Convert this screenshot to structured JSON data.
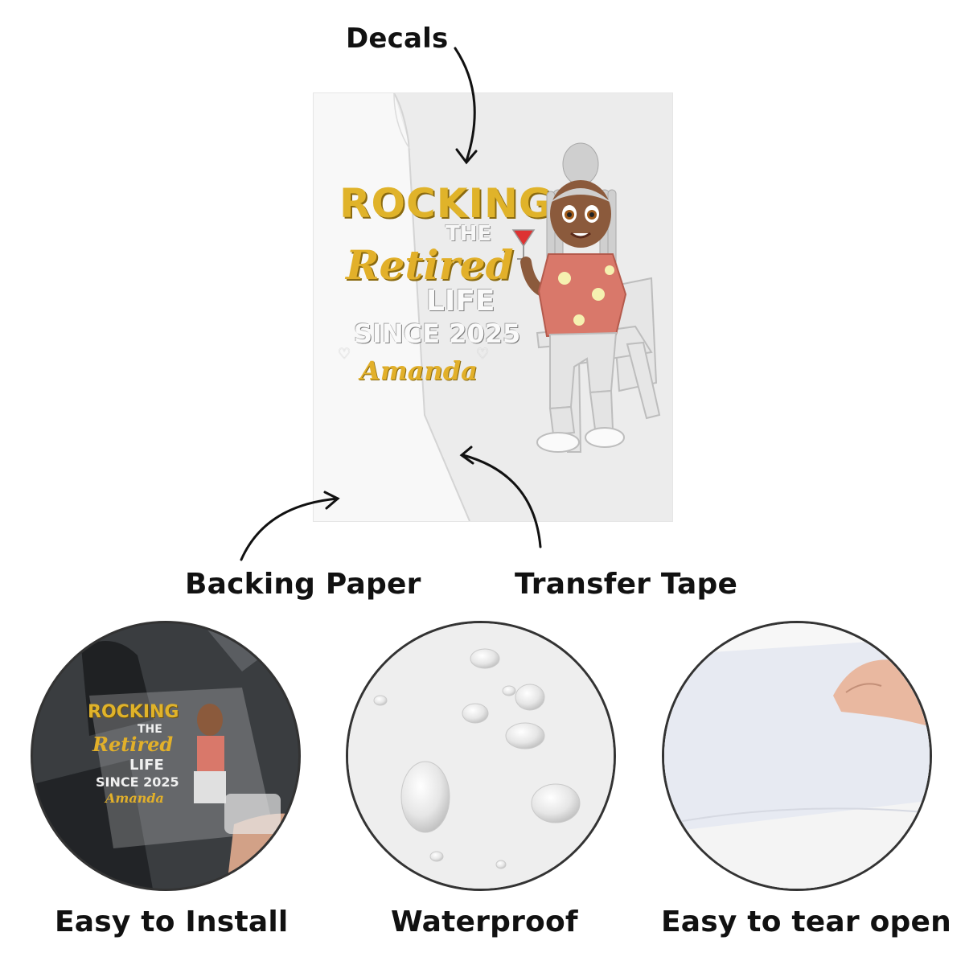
{
  "labels": {
    "decals": "Decals",
    "backing_paper": "Backing Paper",
    "transfer_tape": "Transfer Tape"
  },
  "sheet": {
    "line1": "ROCKING",
    "line2": "THE",
    "line3": "Retired",
    "line4": "LIFE",
    "line5": "SINCE 2025",
    "name": "Amanda"
  },
  "features": [
    {
      "caption": "Easy to Install"
    },
    {
      "caption": "Waterproof"
    },
    {
      "caption": "Easy to tear open"
    }
  ],
  "icons": {
    "heart": "heart-icon",
    "arrow": "curved-arrow-icon"
  },
  "colors": {
    "gold": "#e0b32a",
    "text": "#111111"
  }
}
